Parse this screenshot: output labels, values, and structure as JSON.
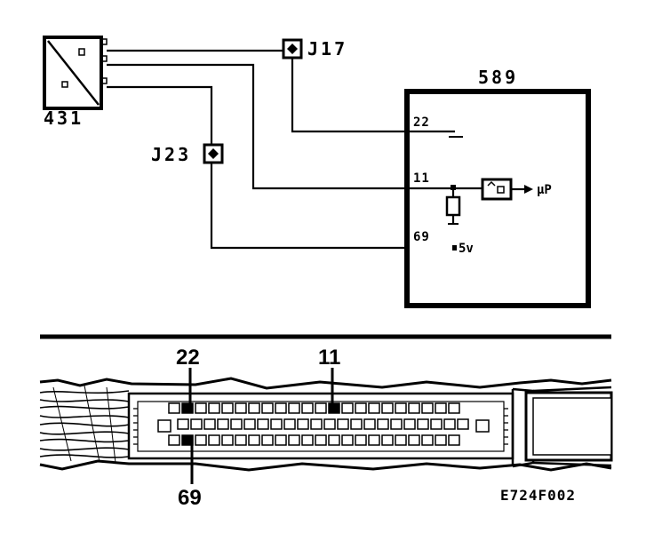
{
  "labels": {
    "sensor": "431",
    "junction_top": "J17",
    "junction_left": "J23",
    "ecu": "589",
    "pin_22": "22",
    "pin_11": "11",
    "pin_69": "69",
    "supply": "5v",
    "micro": "µP",
    "connector_pin_22": "22",
    "connector_pin_11": "11",
    "connector_pin_69": "69",
    "figure_code": "E724F002"
  },
  "colors": {
    "ink": "#000000",
    "paper": "#ffffff"
  }
}
